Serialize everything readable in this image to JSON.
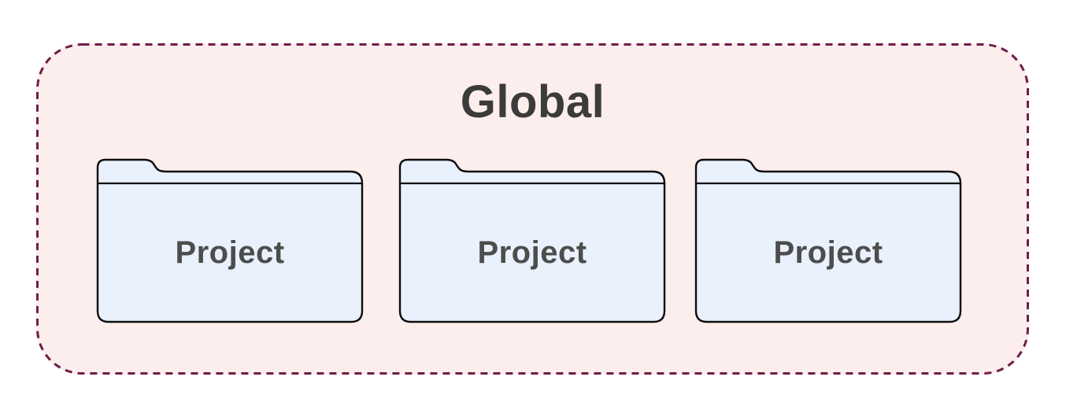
{
  "diagram": {
    "container": {
      "label": "Global",
      "border_style": "dashed",
      "shape": "rounded-rectangle"
    },
    "folders": [
      {
        "label": "Project",
        "shape": "folder"
      },
      {
        "label": "Project",
        "shape": "folder"
      },
      {
        "label": "Project",
        "shape": "folder"
      }
    ],
    "colors": {
      "page_bg": "#ffffff",
      "container_bg": "#fceeec",
      "container_border": "#6f1d48",
      "folder_fill": "#e8f1fc",
      "folder_stroke": "#0d0d0d",
      "title_color": "#3b3b3b",
      "label_color": "#4d4d4d"
    }
  }
}
